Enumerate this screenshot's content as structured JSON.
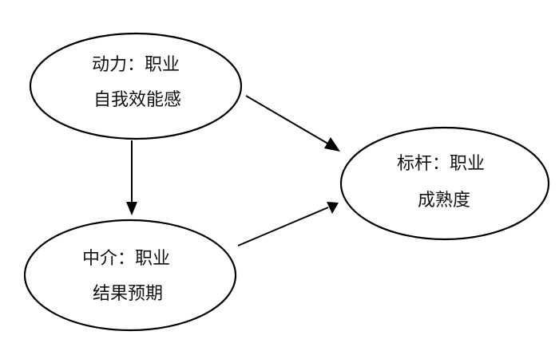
{
  "nodes": {
    "motivation": {
      "line1": "动力：职业",
      "line2": "自我效能感"
    },
    "mediator": {
      "line1": "中介：职业",
      "line2": "结果预期"
    },
    "benchmark": {
      "line1": "标杆：职业",
      "line2": "成熟度"
    }
  },
  "edges": [
    {
      "from": "motivation",
      "to": "mediator"
    },
    {
      "from": "motivation",
      "to": "benchmark"
    },
    {
      "from": "mediator",
      "to": "benchmark"
    }
  ]
}
